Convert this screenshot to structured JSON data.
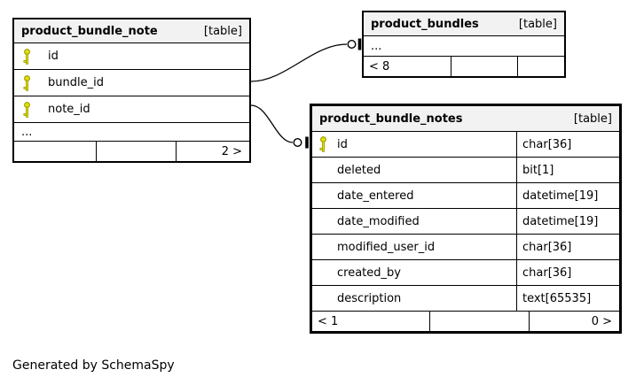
{
  "diagram": {
    "generator_note": "Generated by SchemaSpy",
    "colors": {
      "header_bg": "#f2f2f2",
      "border": "#000000",
      "key_icon_yellow": "#e2e200",
      "background": "#ffffff"
    },
    "icons": {
      "primary_key": "key-icon",
      "edge_endpoint": "circle-bar-connector"
    }
  },
  "tables": {
    "bundle_note": {
      "title": "product_bundle_note",
      "badge": "[table]",
      "columns": [
        {
          "name": "id",
          "key": true
        },
        {
          "name": "bundle_id",
          "key": true
        },
        {
          "name": "note_id",
          "key": true
        }
      ],
      "ellipsis": "...",
      "footer": [
        "",
        "",
        "2 >"
      ]
    },
    "bundles": {
      "title": "product_bundles",
      "badge": "[table]",
      "ellipsis": "...",
      "footer": [
        "< 8",
        "",
        ""
      ]
    },
    "bundle_notes": {
      "title": "product_bundle_notes",
      "badge": "[table]",
      "columns": [
        {
          "name": "id",
          "type": "char[36]",
          "key": true
        },
        {
          "name": "deleted",
          "type": "bit[1]"
        },
        {
          "name": "date_entered",
          "type": "datetime[19]"
        },
        {
          "name": "date_modified",
          "type": "datetime[19]"
        },
        {
          "name": "modified_user_id",
          "type": "char[36]"
        },
        {
          "name": "created_by",
          "type": "char[36]"
        },
        {
          "name": "description",
          "type": "text[65535]"
        }
      ],
      "footer": [
        "< 1",
        "",
        "0 >"
      ]
    }
  },
  "relationships": [
    {
      "from": "product_bundle_note.bundle_id",
      "to": "product_bundles",
      "endpoint": "zero-or-one (circle + bar)"
    },
    {
      "from": "product_bundle_note.note_id",
      "to": "product_bundle_notes.id",
      "endpoint": "zero-or-one (circle + bar)"
    }
  ]
}
